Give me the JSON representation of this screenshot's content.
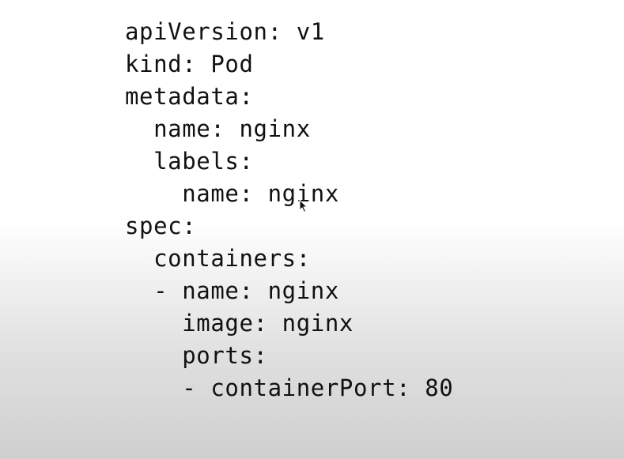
{
  "code": {
    "lines": [
      "apiVersion: v1",
      "kind: Pod",
      "metadata:",
      "  name: nginx",
      "  labels:",
      "    name: nginx",
      "spec:",
      "  containers:",
      "  - name: nginx",
      "    image: nginx",
      "    ports:",
      "    - containerPort: 80"
    ]
  },
  "cursor": {
    "icon": "mouse-pointer-icon"
  }
}
